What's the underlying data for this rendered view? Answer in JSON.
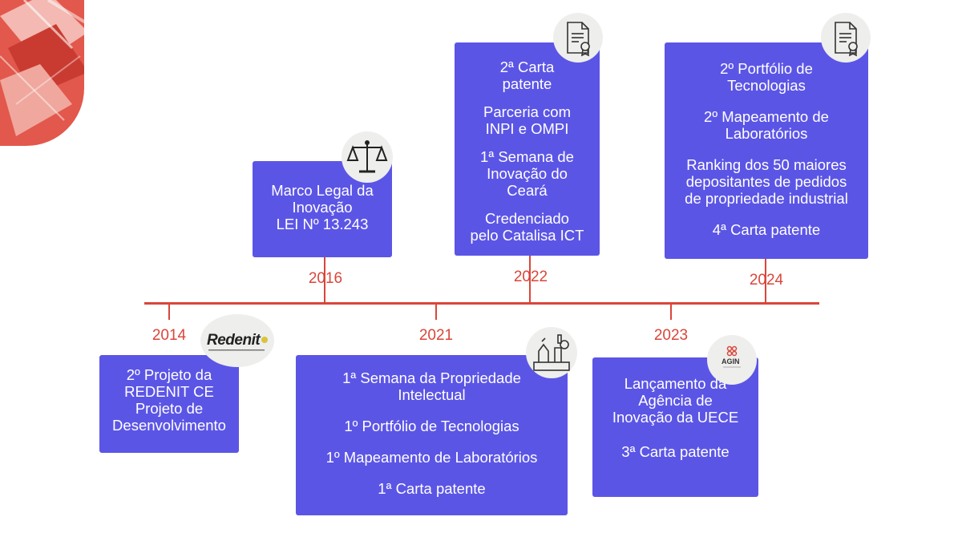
{
  "theme": {
    "accent": "#d9463a",
    "card": "#5b55e6"
  },
  "events": [
    {
      "year": "2014",
      "lines": [
        "2º Projeto da\nREDENIT CE\nProjeto de\nDesenvolvimento"
      ],
      "badge_icon": "redenit-logo-icon",
      "logo_text": "Redenit"
    },
    {
      "year": "2016",
      "lines": [
        "Marco Legal da\nInovação\nLEI Nº 13.243"
      ],
      "badge_icon": "scales-of-justice-icon"
    },
    {
      "year": "2021",
      "lines": [
        "1ª Semana da Propriedade\nIntelectual",
        "1º Portfólio de Tecnologias",
        "1º Mapeamento de Laboratórios",
        "1ª Carta patente"
      ],
      "badge_icon": "laboratory-icon"
    },
    {
      "year": "2022",
      "lines": [
        "2ª Carta\npatente",
        "Parceria com\nINPI e OMPI",
        "1ª Semana de\nInovação do\nCeará",
        "Credenciado\npelo Catalisa ICT"
      ],
      "badge_icon": "certificate-document-icon"
    },
    {
      "year": "2023",
      "lines": [
        "Lançamento da\nAgência de\nInovação da UECE",
        "3ª Carta patente"
      ],
      "badge_icon": "agin-logo-icon",
      "logo_text": "AGIN"
    },
    {
      "year": "2024",
      "lines": [
        "2º Portfólio de\nTecnologias",
        "2º Mapeamento de\nLaboratórios",
        "Ranking dos 50 maiores\ndepositantes de pedidos\nde propriedade industrial",
        "4ª Carta patente"
      ],
      "badge_icon": "certificate-document-icon"
    }
  ]
}
